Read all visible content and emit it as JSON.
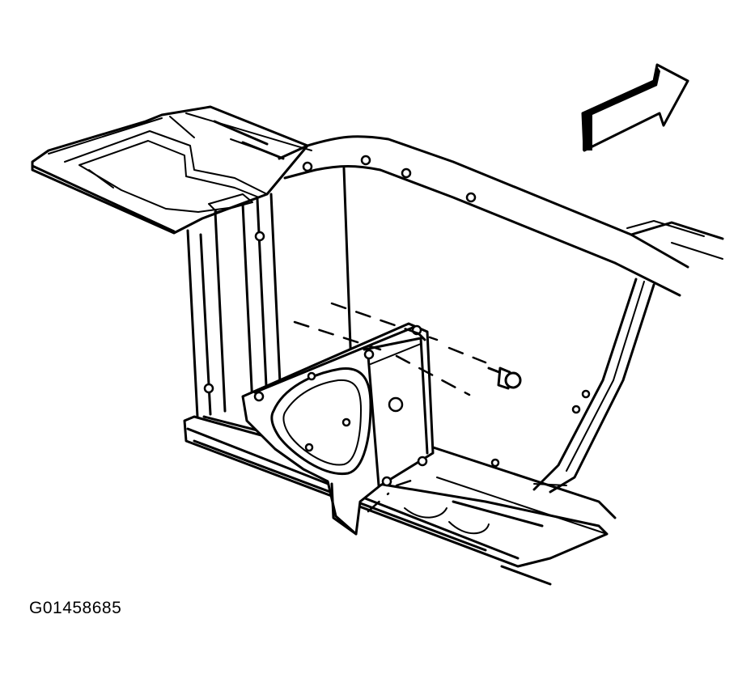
{
  "figure": {
    "id_label": "G01458685",
    "line_color": "#000000",
    "background_color": "#ffffff",
    "icons": [
      "direction-arrow",
      "bolt",
      "mounting-bracket",
      "frame-rail",
      "crossmember"
    ]
  }
}
